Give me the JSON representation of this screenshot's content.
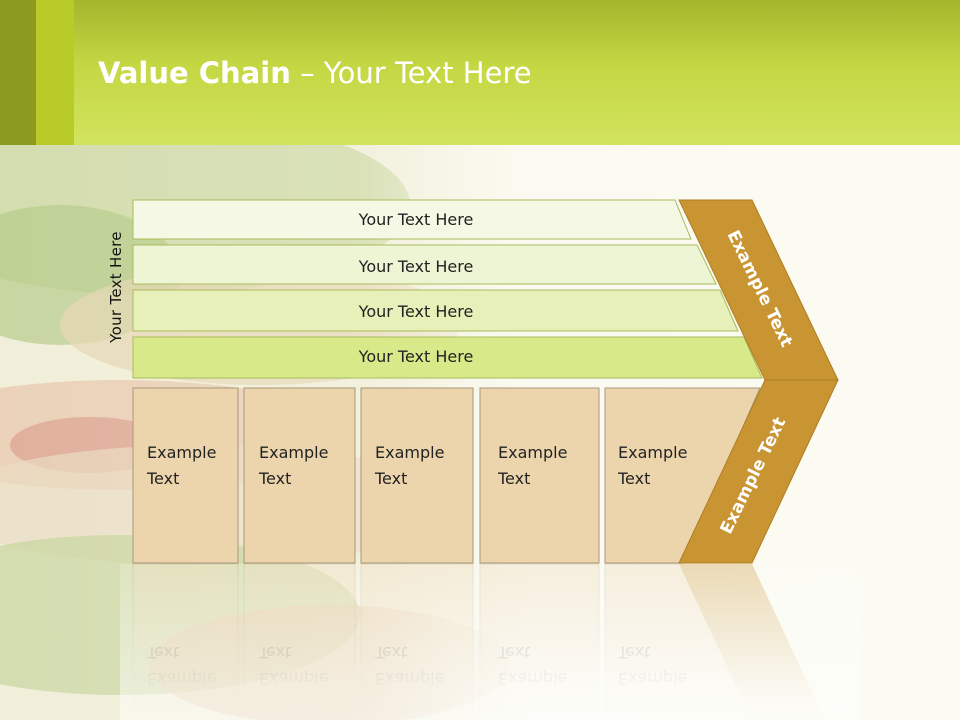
{
  "slide": {
    "title_bold": "Value Chain",
    "title_rest": " – Your Text Here",
    "side_label": "Your Text Here"
  },
  "support_rows": [
    "Your Text Here",
    "Your Text Here",
    "Your Text Here",
    "Your Text Here"
  ],
  "primary_boxes": [
    [
      "Example",
      "Text"
    ],
    [
      "Example",
      "Text"
    ],
    [
      "Example",
      "Text"
    ],
    [
      "Example",
      "Text"
    ],
    [
      "Example",
      "Text"
    ]
  ],
  "margin_top_label": "Example Text",
  "margin_bottom_label": "Example Text",
  "colors": {
    "title_band": "#c4d743",
    "row_fills": [
      "#f4f8e4",
      "#eef5d4",
      "#e6f0b8",
      "#d8e98a"
    ],
    "box_fill": "#ecd5ad",
    "margin_fill": "#c99432"
  }
}
